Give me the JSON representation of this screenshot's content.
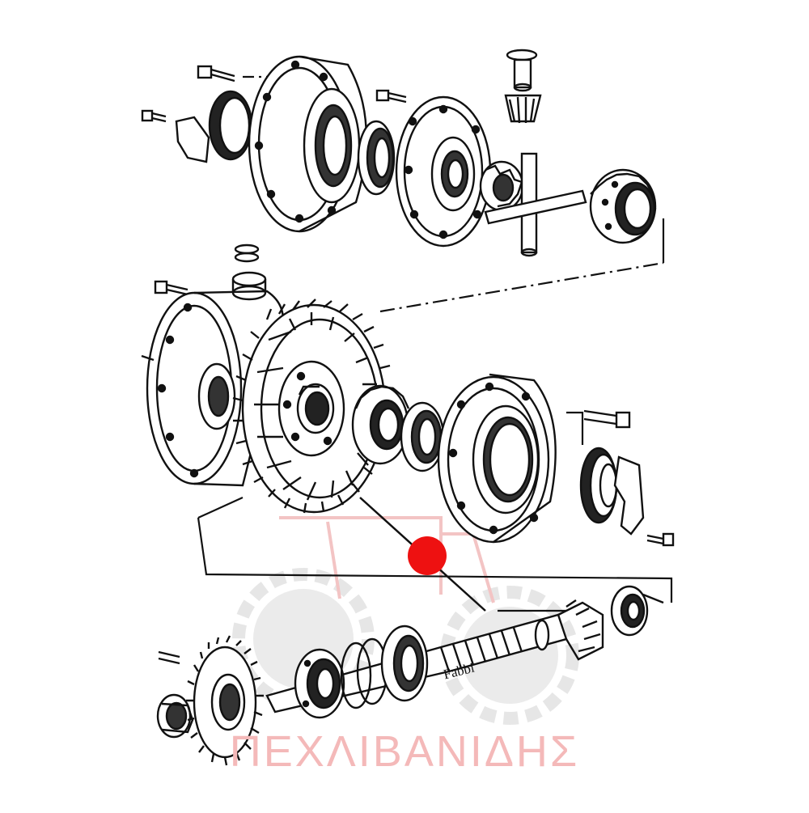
{
  "watermark": {
    "text": "ΠΕΧΛΙΒΑΝΙΔΗΣ",
    "color": "#f4b9b9"
  },
  "stamp": {
    "text": "Fabbi"
  },
  "marker": {
    "color": "#ee1111"
  },
  "icons": [
    "tractor-watermark",
    "gear-watermark",
    "red-dot-marker"
  ]
}
